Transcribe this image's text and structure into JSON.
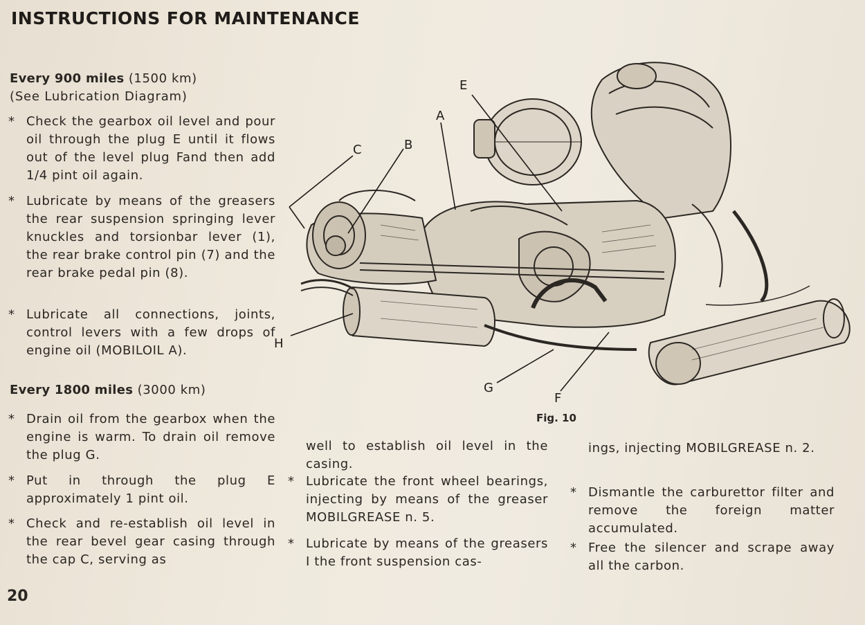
{
  "title": "INSTRUCTIONS FOR MAINTENANCE",
  "section1": {
    "heading_bold": "Every 900 miles",
    "heading_rest": "(1500 km)",
    "subheading": "(See Lubrication Diagram)",
    "items": [
      "Check the gearbox oil level and pour oil through the plug E until it flows out of the level plug Fand then add 1/4 pint oil again.",
      "Lubricate by means of the greasers the rear suspension springing lever knuckles and torsionbar lever (1), the rear brake control pin (7) and the rear brake pedal pin (8).",
      "Lubricate all connections, joints, control levers with a few drops of engine oil (MOBILOIL A)."
    ]
  },
  "section2": {
    "heading_bold": "Every 1800 miles",
    "heading_rest": "(3000 km)",
    "items": [
      "Drain oil from the gearbox when the engine is warm. To drain oil remove the plug G.",
      "Put in through the plug E approximately 1 pint oil.",
      "Check and re-establish oil level in the rear bevel gear casing through the cap C, serving as"
    ],
    "col2_continuation": "well to establish oil level in the casing.",
    "col2_items": [
      "Lubricate the front wheel bearings, injecting by means of the greaser MOBILGREASE n. 5.",
      "Lubricate by means of the greasers I the front suspension cas-"
    ],
    "col3_continuation": "ings, injecting MOBILGREASE n. 2.",
    "col3_items": [
      "Dismantle the carburettor filter and remove the foreign matter accumulated.",
      "Free the silencer and scrape away all the carbon."
    ]
  },
  "figure": {
    "caption": "Fig. 10",
    "labels": {
      "a": "A",
      "b": "B",
      "c": "C",
      "e": "E",
      "f": "F",
      "g": "G",
      "h": "H"
    }
  },
  "bullet_symbol": "*",
  "page_number": "20"
}
